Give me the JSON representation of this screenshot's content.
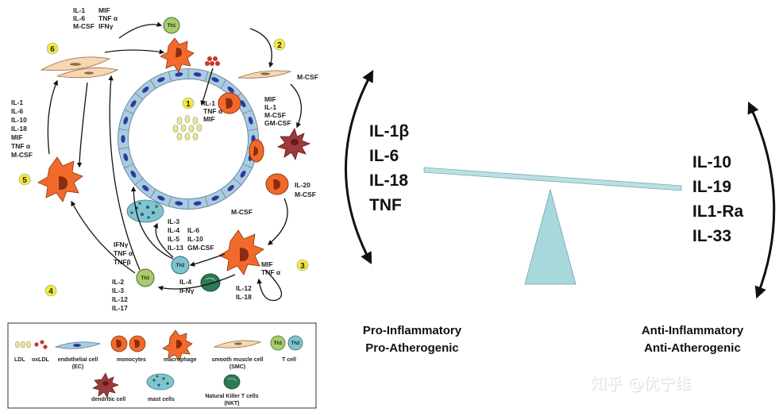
{
  "cycle": {
    "step_numbers": [
      "1",
      "2",
      "3",
      "4",
      "5",
      "6"
    ],
    "step1_cytokines": [
      "IL-1",
      "TNF α",
      "MIF"
    ],
    "step2_cytokines": [
      "M-CSF"
    ],
    "step3_cytokines": [
      "MIF",
      "TNF α"
    ],
    "step4_cytokines": [
      "IL-2",
      "IL-3",
      "IL-12",
      "IL-17"
    ],
    "step5_cytokines": [
      "IL-1",
      "IL-6",
      "IL-10",
      "IL-18",
      "MIF",
      "TNF α",
      "M-CSF"
    ],
    "step6_cytokines_left": [
      "IL-1",
      "IL-6",
      "M-CSF"
    ],
    "step6_cytokines_right": [
      "MIF",
      "TNF α",
      "IFNγ"
    ],
    "macrophage_right_cytokines": [
      "MIF",
      "IL-1",
      "M-CSF",
      "GM-CSF"
    ],
    "monocyte_right_cytokines": [
      "IL-20",
      "M-CSF"
    ],
    "vessel_bottom_label": "M-CSF",
    "th2_cytokines_left": [
      "IL-3",
      "IL-4",
      "IL-5",
      "IL-13"
    ],
    "th2_cytokines_right": [
      "IL-6",
      "IL-10",
      "GM-CSF"
    ],
    "th1_cytokines": [
      "IFNγ",
      "TNF α",
      "TNFβ"
    ],
    "nkt_cytokines": [
      "IL-4",
      "IFNγ"
    ],
    "macrophage_bottom_cytokines": [
      "IL-12",
      "IL-18"
    ],
    "th1_label": "Th1",
    "th2_label": "Th2"
  },
  "legend": {
    "items": [
      {
        "label": "LDL"
      },
      {
        "label": "oxLDL"
      },
      {
        "label": "endothelial cell",
        "sub": "(EC)"
      },
      {
        "label": "monocytes"
      },
      {
        "label": "macrophage"
      },
      {
        "label": "smooth muscle cell",
        "sub": "(SMC)"
      },
      {
        "label": "T cell"
      },
      {
        "label": "dendritic cell"
      },
      {
        "label": "mast cells"
      },
      {
        "label": "Natural Killer T cells",
        "sub": "(NKT)"
      }
    ],
    "th1_label": "Th1",
    "th2_label": "Th2"
  },
  "balance": {
    "pro_cytokines": [
      "IL-1β",
      "IL-6",
      "IL-18",
      "TNF"
    ],
    "anti_cytokines": [
      "IL-10",
      "IL-19",
      "IL1-Ra",
      "IL-33"
    ],
    "pro_caption": [
      "Pro-Inflammatory",
      "Pro-Atherogenic"
    ],
    "anti_caption": [
      "Anti-Inflammatory",
      "Anti-Atherogenic"
    ]
  },
  "watermark": "知乎 @优宁维",
  "colors": {
    "macrophage": "#f26a2b",
    "monocyte": "#f26a2b",
    "th1": "#a8cc6a",
    "th2": "#7fc4cf",
    "nkt": "#2e7a55",
    "mast": "#7fc4cf",
    "smc": "#f7d6b0",
    "endothelial": "#aacbe0",
    "endothelial_nucleus": "#2a3a9a",
    "dendritic": "#9c3a3a",
    "ldl": "#e8e6a0",
    "oxldl": "#c8382c",
    "beam": "#b9e0e4",
    "fulcrum": "#a9d8dc",
    "step_marker": "#f2ea3c"
  }
}
